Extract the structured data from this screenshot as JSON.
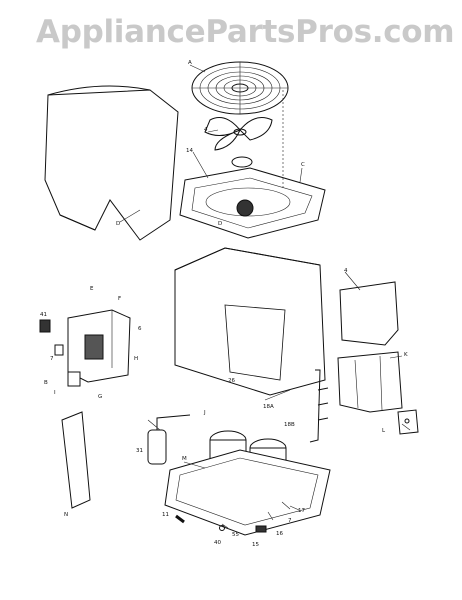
{
  "watermark": "AppliancePartsPros.com",
  "corner_code": "",
  "labels": {
    "A": "A",
    "B": "B",
    "C": "C",
    "D": "D",
    "E": "E",
    "F": "F",
    "G": "G",
    "H": "H",
    "I": "I",
    "J": "J",
    "K": "K",
    "L": "L",
    "M": "M",
    "N": "N",
    "n4a": "4",
    "n4b": "4",
    "n6": "6",
    "n7a": "7",
    "n7b": "7",
    "n11": "11",
    "n14": "14",
    "n15": "15",
    "n16": "16",
    "n17": "17",
    "n18a": "18A",
    "n18b": "18B",
    "n26": "26",
    "n31": "31",
    "n40": "40",
    "n41": "41",
    "n55": "55"
  }
}
